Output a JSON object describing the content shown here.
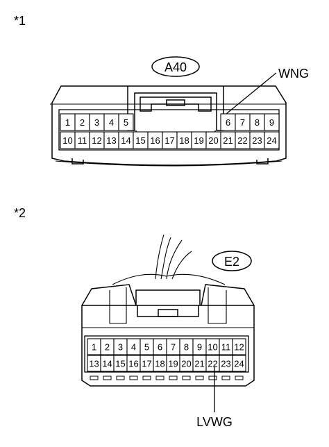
{
  "connector1": {
    "marker": "*1",
    "name": "A40",
    "row1": [
      "1",
      "2",
      "3",
      "4",
      "5",
      "6",
      "7",
      "8",
      "9"
    ],
    "row2": [
      "10",
      "11",
      "12",
      "13",
      "14",
      "15",
      "16",
      "17",
      "18",
      "19",
      "20",
      "21",
      "22",
      "23",
      "24"
    ],
    "callout": "WNG"
  },
  "connector2": {
    "marker": "*2",
    "name": "E2",
    "row1": [
      "1",
      "2",
      "3",
      "4",
      "5",
      "6",
      "7",
      "8",
      "9",
      "10",
      "11",
      "12"
    ],
    "row2": [
      "13",
      "14",
      "15",
      "16",
      "17",
      "18",
      "19",
      "20",
      "21",
      "22",
      "23",
      "24"
    ],
    "callout": "LVWG"
  }
}
